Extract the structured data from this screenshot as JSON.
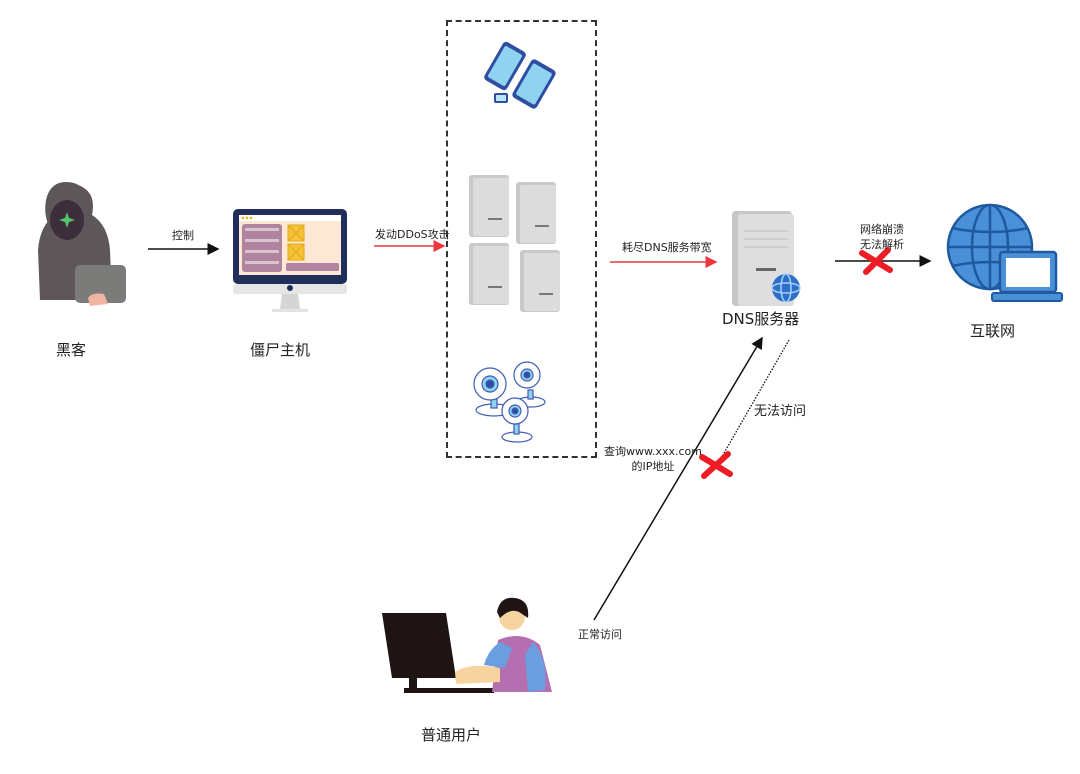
{
  "diagram": {
    "title": "DNS DDoS attack diagram",
    "nodes": {
      "hacker": {
        "label": "黑客"
      },
      "zombie": {
        "label": "僵尸主机"
      },
      "dns": {
        "label": "DNS服务器"
      },
      "internet": {
        "label": "互联网"
      },
      "user": {
        "label": "普通用户"
      }
    },
    "botnet_group": {
      "members": [
        "mobile-devices",
        "servers",
        "webcams"
      ]
    },
    "edges": {
      "control": {
        "label": "控制",
        "from": "hacker",
        "to": "zombie"
      },
      "ddos": {
        "label": "发动DDoS攻击",
        "from": "zombie",
        "to": "botnet"
      },
      "exhaust": {
        "label": "耗尽DNS服务带宽",
        "from": "botnet",
        "to": "dns"
      },
      "collapse": {
        "label_line1": "网络崩溃",
        "label_line2": "无法解析",
        "from": "dns",
        "to": "internet",
        "blocked": true
      },
      "query": {
        "label_line1": "查询www.xxx.com",
        "label_line2": "的IP地址",
        "from": "user",
        "to": "dns"
      },
      "normal": {
        "label": "正常访问"
      },
      "denied": {
        "label": "无法访问",
        "from": "dns",
        "to": "user",
        "blocked": true
      }
    },
    "colors": {
      "attack_arrow": "#e8383d",
      "normal_arrow": "#111111",
      "block_mark": "#ee1c25",
      "globe": "#4a90d9"
    }
  }
}
